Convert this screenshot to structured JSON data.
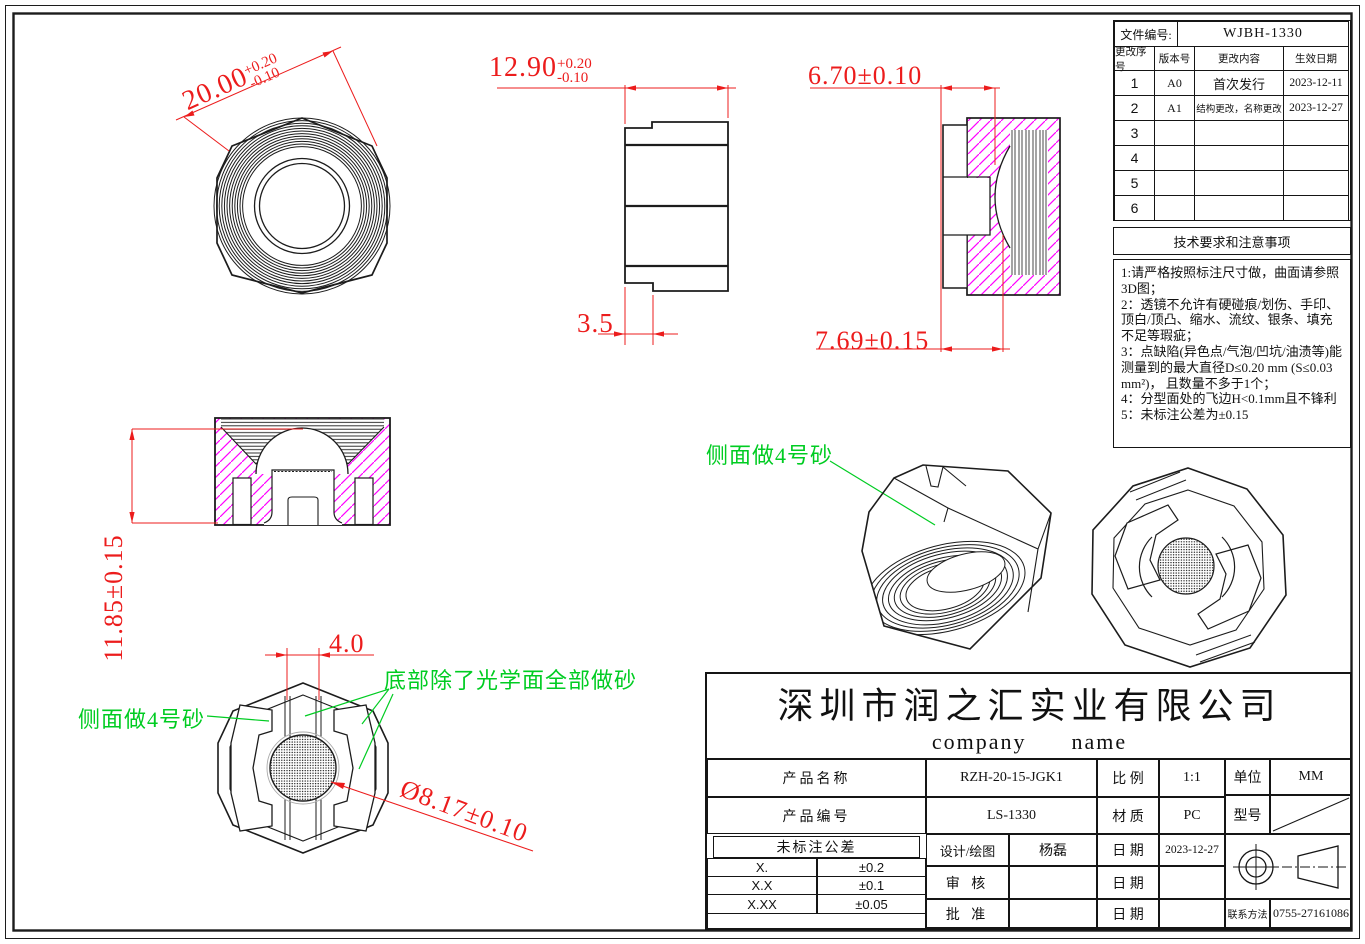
{
  "colors": {
    "dimension_red": "#ec1c1c",
    "annotation_green": "#00cc22",
    "hatch_magenta": "#ff00ff",
    "line_black": "#1c1c1c"
  },
  "dimensions": {
    "front_across": {
      "value": "20.00",
      "upper": "+0.20",
      "lower": "-0.10"
    },
    "side_width": {
      "value": "12.90",
      "upper": "+0.20",
      "lower": "-0.10"
    },
    "tab_width": "3.5",
    "depth_a": "6.70±0.10",
    "depth_b": "7.69±0.15",
    "height": "11.85±0.15",
    "rib_width": "4.0",
    "optic_dia": "Ø8.17±0.10"
  },
  "annotations": {
    "side_sand": "侧面做4号砂",
    "side_sand_iso": "侧面做4号砂",
    "bottom_sand": "底部除了光学面全部做砂"
  },
  "revision_table": {
    "file_label": "文件编号:",
    "file_number": "WJBH-1330",
    "headers": [
      "更改序号",
      "版本号",
      "更改内容",
      "生效日期"
    ],
    "rows": [
      {
        "seq": "1",
        "ver": "A0",
        "content": "首次发行",
        "date": "2023-12-11"
      },
      {
        "seq": "2",
        "ver": "A1",
        "content": "结构更改，名称更改",
        "date": "2023-12-27"
      },
      {
        "seq": "3",
        "ver": "",
        "content": "",
        "date": ""
      },
      {
        "seq": "4",
        "ver": "",
        "content": "",
        "date": ""
      },
      {
        "seq": "5",
        "ver": "",
        "content": "",
        "date": ""
      },
      {
        "seq": "6",
        "ver": "",
        "content": "",
        "date": ""
      }
    ]
  },
  "tech_notes": {
    "title": "技术要求和注意事项",
    "body": "1:请严格按照标注尺寸做，曲面请参照3D图；\n2：透镜不允许有硬碰痕/划伤、手印、顶白/顶凸、缩水、流纹、银条、填充不足等瑕疵；\n3：点缺陷(异色点/气泡/凹坑/油渍等)能测量到的最大直径D≤0.20 mm (S≤0.03 mm²)， 且数量不多于1个；\n4：分型面处的飞边H<0.1mm且不锋利\n5：未标注公差为±0.15"
  },
  "title_block": {
    "company_cn": "深圳市润之汇实业有限公司",
    "company_en": "company      name",
    "product_name_label": "产品名称",
    "product_name": "RZH-20-15-JGK1",
    "product_no_label": "产品编号",
    "product_no": "LS-1330",
    "scale_label": "比 例",
    "scale": "1:1",
    "unit_label": "单位",
    "unit": "MM",
    "material_label": "材 质",
    "material": "PC",
    "model_label": "型号",
    "tolerance_title": "未标注公差",
    "tol_rows": [
      {
        "k": "X.",
        "v": "±0.2"
      },
      {
        "k": "X.X",
        "v": "±0.1"
      },
      {
        "k": "X.XX",
        "v": "±0.05"
      }
    ],
    "design_label": "设计/绘图",
    "designer": "杨磊",
    "date_label": "日 期",
    "design_date": "2023-12-27",
    "check_label": "审 核",
    "approve_label": "批 准",
    "contact_label": "联系方法",
    "contact": "0755-27161086"
  }
}
